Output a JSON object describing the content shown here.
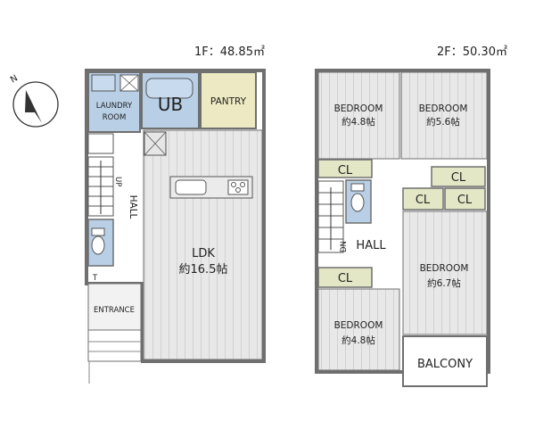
{
  "floors": [
    {
      "title": "1F：48.85㎡",
      "rooms": {
        "laundry": [
          "LAUNDRY",
          "ROOM"
        ],
        "ub": "UB",
        "pantry": "PANTRY",
        "hall": "HALL",
        "ldk": [
          "LDK",
          "約16.5帖"
        ],
        "entrance": "ENTRANCE",
        "up": "UP",
        "t": "T"
      }
    },
    {
      "title": "2F：50.30㎡",
      "rooms": {
        "bedroom_nw": [
          "BEDROOM",
          "約4.8帖"
        ],
        "bedroom_ne": [
          "BEDROOM",
          "約5.6帖"
        ],
        "bedroom_e": [
          "BEDROOM",
          "約6.7帖"
        ],
        "bedroom_sw": [
          "BEDROOM",
          "約4.8帖"
        ],
        "hall": "HALL",
        "balcony": "BALCONY",
        "cl": "CL",
        "dn": "DN"
      }
    }
  ],
  "compass": {
    "label": "N"
  },
  "colors": {
    "wall": "#6f6f6f",
    "floor_wood": "#e6e6e6",
    "wet_area": "#b8cfe6",
    "pantry": "#ede9c2",
    "closet": "#e3e7c6"
  }
}
